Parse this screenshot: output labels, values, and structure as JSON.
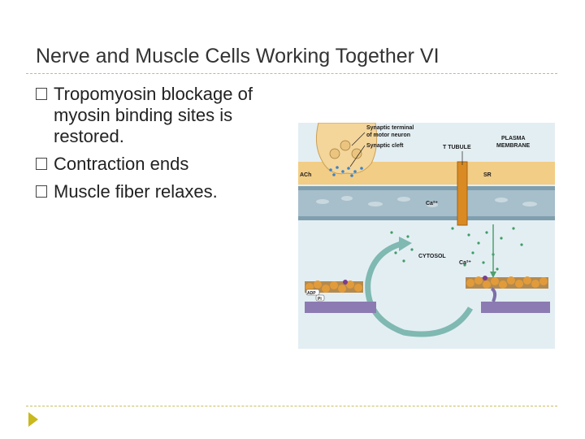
{
  "slide": {
    "title": "Nerve and Muscle Cells Working Together VI",
    "bullets": [
      "Tropomyosin blockage of myosin binding sites is restored.",
      "Contraction ends",
      "Muscle fiber relaxes."
    ]
  },
  "figure": {
    "labels": {
      "synaptic_terminal": [
        "Synaptic terminal",
        "of motor neuron"
      ],
      "synaptic_cleft": "Synaptic cleft",
      "t_tubule": "T TUBULE",
      "plasma_membrane": [
        "PLASMA",
        "MEMBRANE"
      ],
      "ach": "ACh",
      "sr": "SR",
      "ca_top": "Ca²⁺",
      "cytosol": "CYTOSOL",
      "ca_bottom": "Ca²⁺",
      "adp": "ADP",
      "pi": "Pi"
    }
  },
  "colors": {
    "rule": "#c8bf62",
    "accent": "#c9b81e",
    "title": "#333333"
  }
}
